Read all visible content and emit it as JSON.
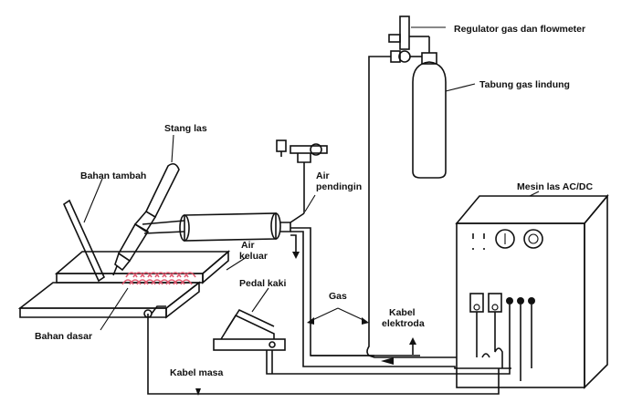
{
  "labels": {
    "regulator": "Regulator gas dan flowmeter",
    "tabung": "Tabung gas lindung",
    "stang_las": "Stang las",
    "bahan_tambah": "Bahan tambah",
    "air_pendingin_1": "Air",
    "air_pendingin_2": "pendingin",
    "mesin_las": "Mesin las AC/DC",
    "air_keluar_1": "Air",
    "air_keluar_2": "keluar",
    "pedal_kaki": "Pedal kaki",
    "gas": "Gas",
    "kabel_elektroda_1": "Kabel",
    "kabel_elektroda_2": "elektroda",
    "bahan_dasar": "Bahan dasar",
    "kabel_masa": "Kabel masa"
  },
  "colors": {
    "line": "#111111",
    "weld_bead": "#e05a70",
    "fill_grey": "#d9d9d9"
  }
}
